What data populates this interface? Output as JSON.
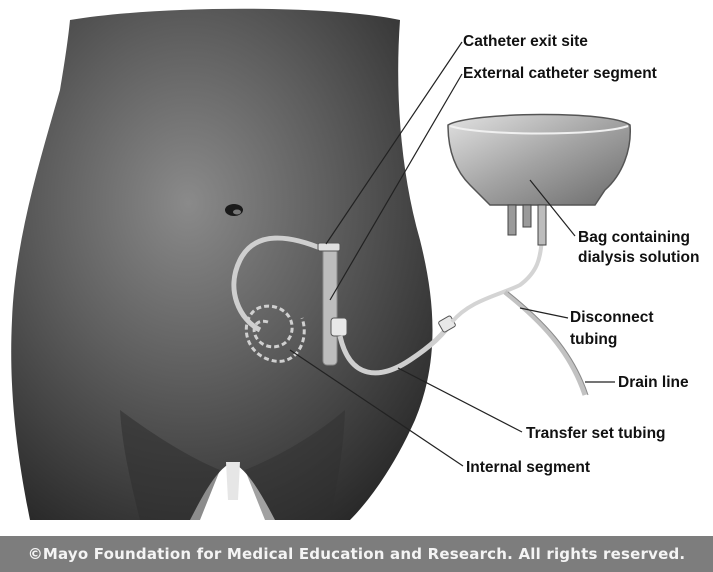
{
  "labels": {
    "catheter_exit_site": "Catheter exit site",
    "external_catheter_segment": "External catheter segment",
    "bag_line1": "Bag containing",
    "bag_line2": "dialysis solution",
    "disconnect_line1": "Disconnect",
    "disconnect_line2": "tubing",
    "drain_line": "Drain line",
    "transfer_set_tubing": "Transfer set tubing",
    "internal_segment": "Internal segment"
  },
  "footer": {
    "copyright": "©Mayo Foundation for Medical Education and Research.  All rights reserved."
  },
  "colors": {
    "body_shade": "#4a4a4a",
    "tubing": "#c9c9c9",
    "bag": "#a8a8a8",
    "footer_bg": "#7d7d7d"
  }
}
